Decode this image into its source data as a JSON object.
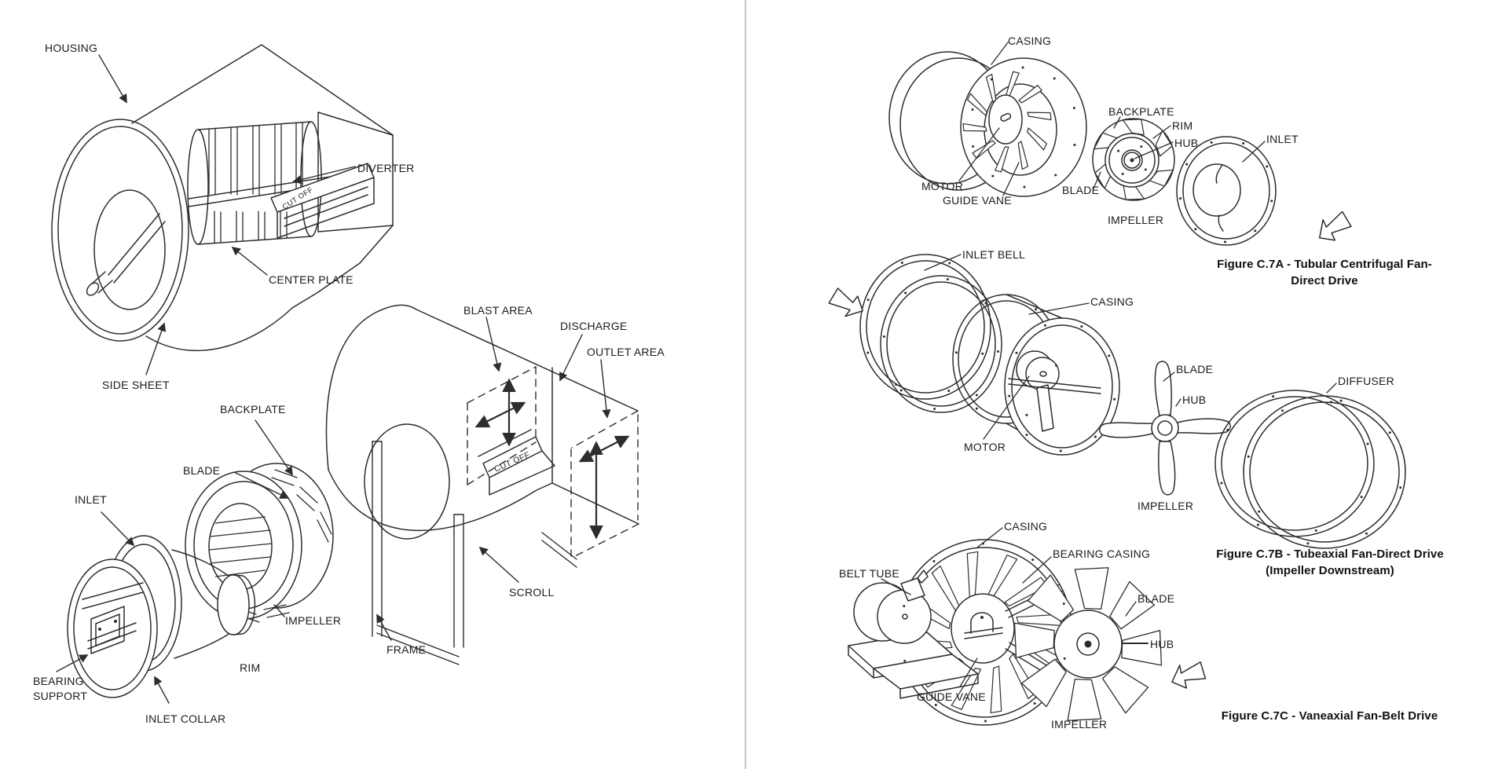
{
  "page": {
    "background": "#ffffff",
    "divider_color": "#c4c4c4",
    "line_color": "#2d2d2d",
    "text_color": "#1b1b1b"
  },
  "left_panel": {
    "housing_diagram": {
      "labels": {
        "housing": "HOUSING",
        "diverter": "DIVERTER",
        "center_plate": "CENTER PLATE",
        "side_sheet": "SIDE SHEET",
        "cut_off": "CUT OFF"
      }
    },
    "scroll_diagram": {
      "labels": {
        "blast_area": "BLAST AREA",
        "discharge": "DISCHARGE",
        "outlet_area": "OUTLET AREA",
        "backplate": "BACKPLATE",
        "blade": "BLADE",
        "inlet": "INLET",
        "bearing_support": "BEARING SUPPORT",
        "inlet_collar": "INLET COLLAR",
        "rim": "RIM",
        "impeller": "IMPELLER",
        "scroll": "SCROLL",
        "frame": "FRAME",
        "cut_off": "CUT OFF"
      }
    }
  },
  "right_panel": {
    "figure_a": {
      "labels": {
        "casing": "CASING",
        "backplate": "BACKPLATE",
        "rim": "RIM",
        "hub": "HUB",
        "inlet": "INLET",
        "motor": "MOTOR",
        "guide_vane": "GUIDE VANE",
        "blade": "BLADE",
        "impeller": "IMPELLER"
      },
      "caption_line1": "Figure C.7A - Tubular Centrifugal Fan-",
      "caption_line2": "Direct Drive"
    },
    "figure_b": {
      "labels": {
        "inlet_bell": "INLET BELL",
        "casing": "CASING",
        "motor": "MOTOR",
        "blade": "BLADE",
        "hub": "HUB",
        "diffuser": "DIFFUSER",
        "impeller": "IMPELLER"
      },
      "caption_line1": "Figure C.7B - Tubeaxial Fan-Direct Drive",
      "caption_line2": "(Impeller Downstream)"
    },
    "figure_c": {
      "labels": {
        "casing": "CASING",
        "bearing_casing": "BEARING CASING",
        "belt_tube": "BELT TUBE",
        "blade": "BLADE",
        "hub": "HUB",
        "guide_vane": "GUIDE VANE",
        "impeller": "IMPELLER"
      },
      "caption": "Figure C.7C - Vaneaxial Fan-Belt Drive"
    }
  }
}
